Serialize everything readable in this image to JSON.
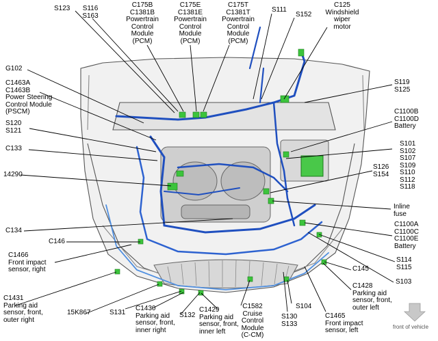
{
  "labels": {
    "s123": "S123",
    "s116_s163": "S116\nS163",
    "c175b": "C175B\nC1381B\nPowertrain\nControl\nModule\n(PCM)",
    "c175e": "C175E\nC1381E\nPowertrain\nControl\nModule\n(PCM)",
    "c175t": "C175T\nC1381T\nPowertrain\nControl\nModule\n(PCM)",
    "s111": "S111",
    "s152": "S152",
    "c125": "C125\nWindshield\nwiper\nmotor",
    "g102": "G102",
    "c1463": "C1463A\nC1463B\nPower Steering\nControl Module\n(PSCM)",
    "s119_s125": "S119\nS125",
    "s120_s121": "S120\nS121",
    "c1100b": "C1100B\nC1100D\nBattery",
    "c133": "C133",
    "s101_group": "S101\nS102\nS107\nS109\nS110\nS112\nS118",
    "n14290": "14290",
    "s126_s154": "S126\nS154",
    "inline_fuse": "Inline\nfuse",
    "c134": "C134",
    "c146": "C146",
    "c1100a": "C1100A\nC1100C\nC1100E\nBattery",
    "c1466": "C1466\nFront impact\nsensor, right",
    "s114_s115": "S114\nS115",
    "c145": "C145",
    "s103": "S103",
    "c1431": "C1431\nParking aid\nsensor, front,\nouter right",
    "n15k867": "15K867",
    "s131": "S131",
    "c1430": "C1430\nParking aid\nsensor, front,\ninner right",
    "s132": "S132",
    "c1429": "C1429\nParking aid\nsensor, front,\ninner left",
    "c1582": "C1582\nCruise\nControl\nModule\n(C-CM)",
    "s104": "S104",
    "s130_s133": "S130\nS133",
    "c1465": "C1465\nFront impact\nsensor, left",
    "c1428": "C1428\nParking aid\nsensor, front,\nouter left",
    "front_of_vehicle": "front of vehicle"
  },
  "colors": {
    "harness": "#1f4fbf",
    "harness_light": "#4f8fe0",
    "connector": "#3cc43c",
    "body_line": "#555555",
    "leader": "#000000",
    "arrow": "#c8c8c8"
  }
}
